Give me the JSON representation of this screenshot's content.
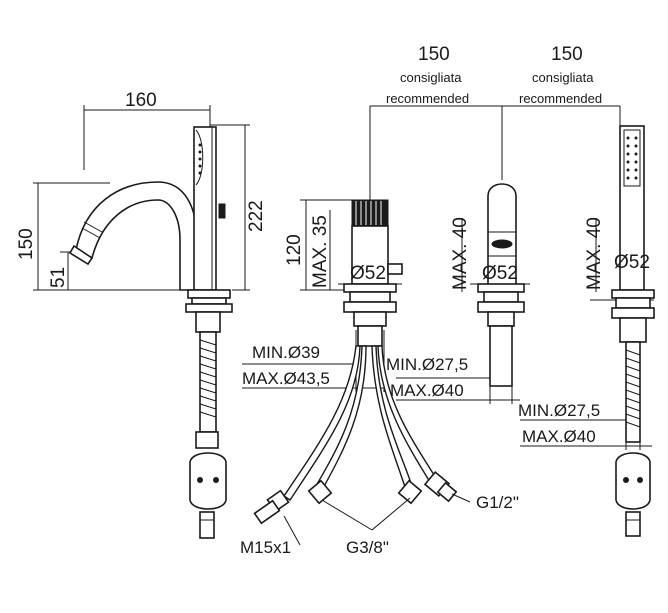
{
  "side_view": {
    "width": "160",
    "height_overall": "222",
    "height_spout": "150",
    "height_outlet": "51"
  },
  "mixer": {
    "spacing": "150",
    "spacing_it": "consigliata",
    "spacing_en": "recommended",
    "height": "120",
    "deck_max": "MAX. 35",
    "base_dia": "Ø52",
    "hole_min": "MIN.Ø39",
    "hole_max": "MAX.Ø43,5"
  },
  "spout": {
    "deck_max": "MAX. 40",
    "base_dia": "Ø52",
    "hole_min": "MIN.Ø27,5",
    "hole_max": "MAX.Ø40"
  },
  "handshower": {
    "spacing": "150",
    "spacing_it": "consigliata",
    "spacing_en": "recommended",
    "deck_max": "MAX. 40",
    "base_dia": "Ø52",
    "hole_min": "MIN.Ø27,5",
    "hole_max": "MAX.Ø40"
  },
  "connections": {
    "inlet": "G1/2\"",
    "outlet_thread": "M15x1",
    "hose_thread": "G3/8\""
  }
}
